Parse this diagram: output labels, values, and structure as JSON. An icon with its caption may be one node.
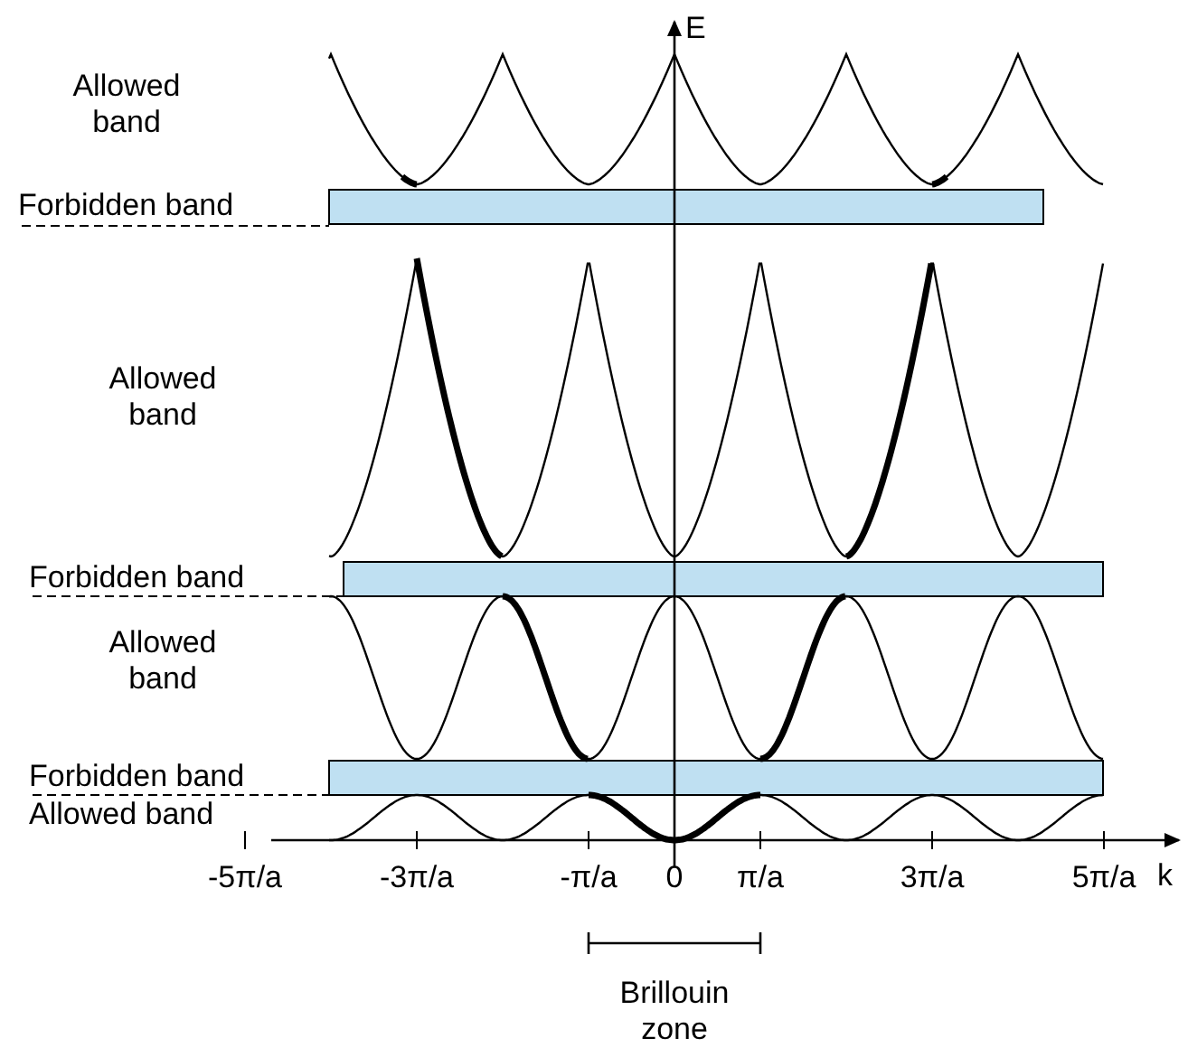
{
  "diagram": {
    "labels": [
      "E",
      "Allowed band",
      "Forbidden band",
      "Allowed band",
      "Forbidden band",
      "Allowed band",
      "Forbidden band",
      "Allowed band",
      "-5π/a",
      "-3π/a",
      "-π/a",
      "0",
      "π/a",
      "3π/a",
      "5π/a",
      "k",
      "Brillouin zone"
    ]
  }
}
